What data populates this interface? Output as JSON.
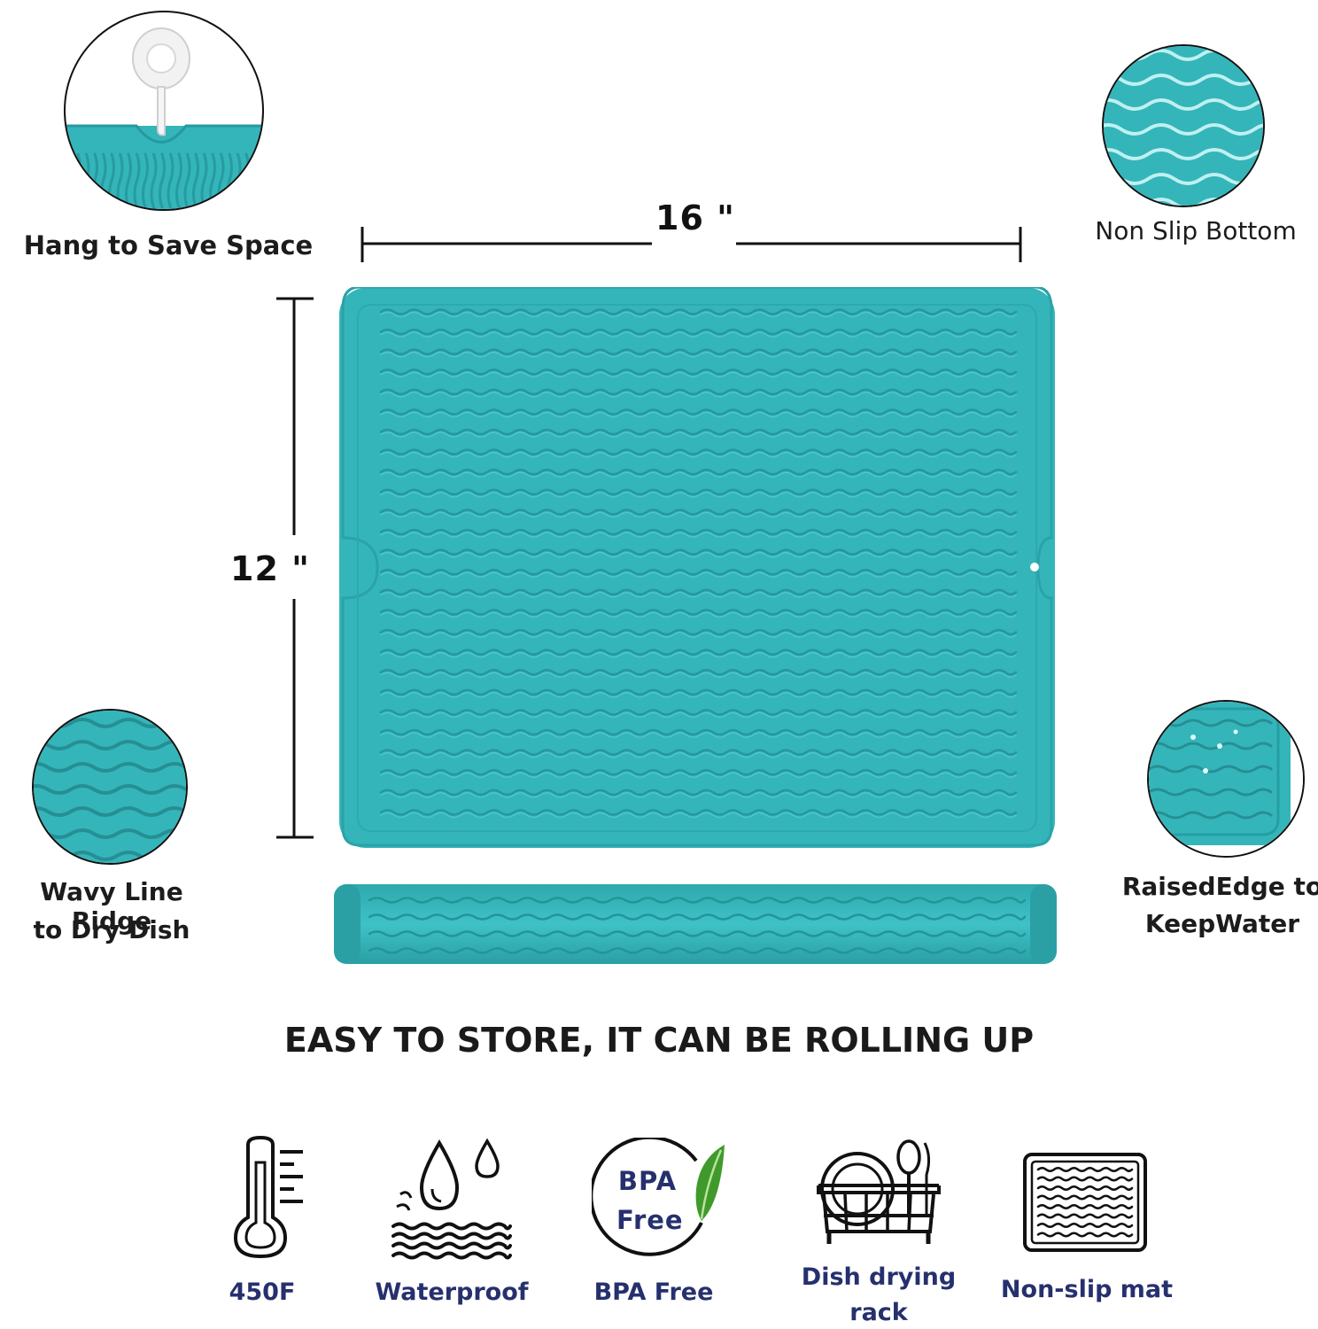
{
  "dimensions": {
    "width_label": "16 \"",
    "height_label": "12 \""
  },
  "features": {
    "hang": "Hang to Save Space",
    "non_slip_bottom": "Non Slip Bottom",
    "wavy_line_1": "Wavy Line Ridge",
    "wavy_line_2": "to Dry Dish",
    "raised_edge_1": "RaisedEdge to",
    "raised_edge_2": "KeepWater"
  },
  "headline": "EASY TO STORE, IT CAN BE ROLLING UP",
  "badges": {
    "temp": "450F",
    "waterproof": "Waterproof",
    "bpa_free": "BPA Free",
    "bpa_icon_line1": "BPA",
    "bpa_icon_line2": "Free",
    "dish_rack_1": "Dish drying",
    "dish_rack_2": "rack",
    "non_slip_mat": "Non-slip mat"
  },
  "colors": {
    "mat": "#34b5b9",
    "mat_dark": "#259ea3",
    "icon_text": "#26306e",
    "leaf": "#3f9a2b"
  }
}
